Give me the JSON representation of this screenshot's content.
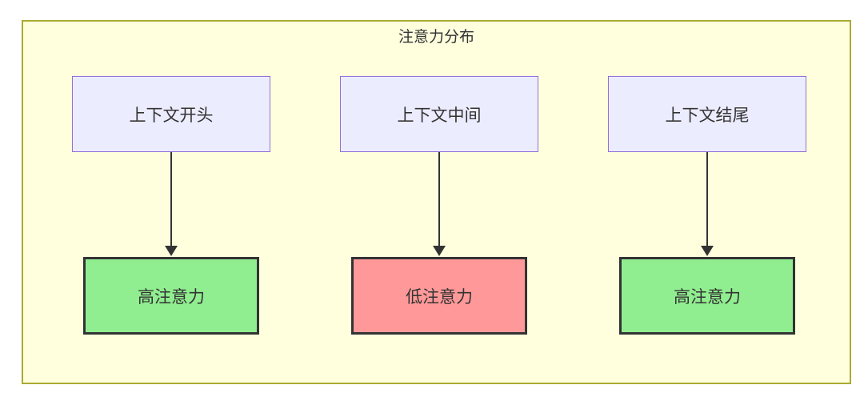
{
  "diagram": {
    "type": "flowchart",
    "title": "注意力分布",
    "columns": [
      {
        "source": {
          "label": "上下文开头"
        },
        "target": {
          "label": "高注意力",
          "level": "high"
        }
      },
      {
        "source": {
          "label": "上下文中间"
        },
        "target": {
          "label": "低注意力",
          "level": "low"
        }
      },
      {
        "source": {
          "label": "上下文结尾"
        },
        "target": {
          "label": "高注意力",
          "level": "high"
        }
      }
    ],
    "colors": {
      "cluster_bg": "#FFFFDE",
      "cluster_border": "#AAAA33",
      "source_bg": "#ECECFF",
      "source_border": "#9370DB",
      "high_bg": "#90EE90",
      "low_bg": "#FF9999",
      "target_border": "#333333",
      "arrow": "#333333",
      "text": "#333333"
    }
  }
}
